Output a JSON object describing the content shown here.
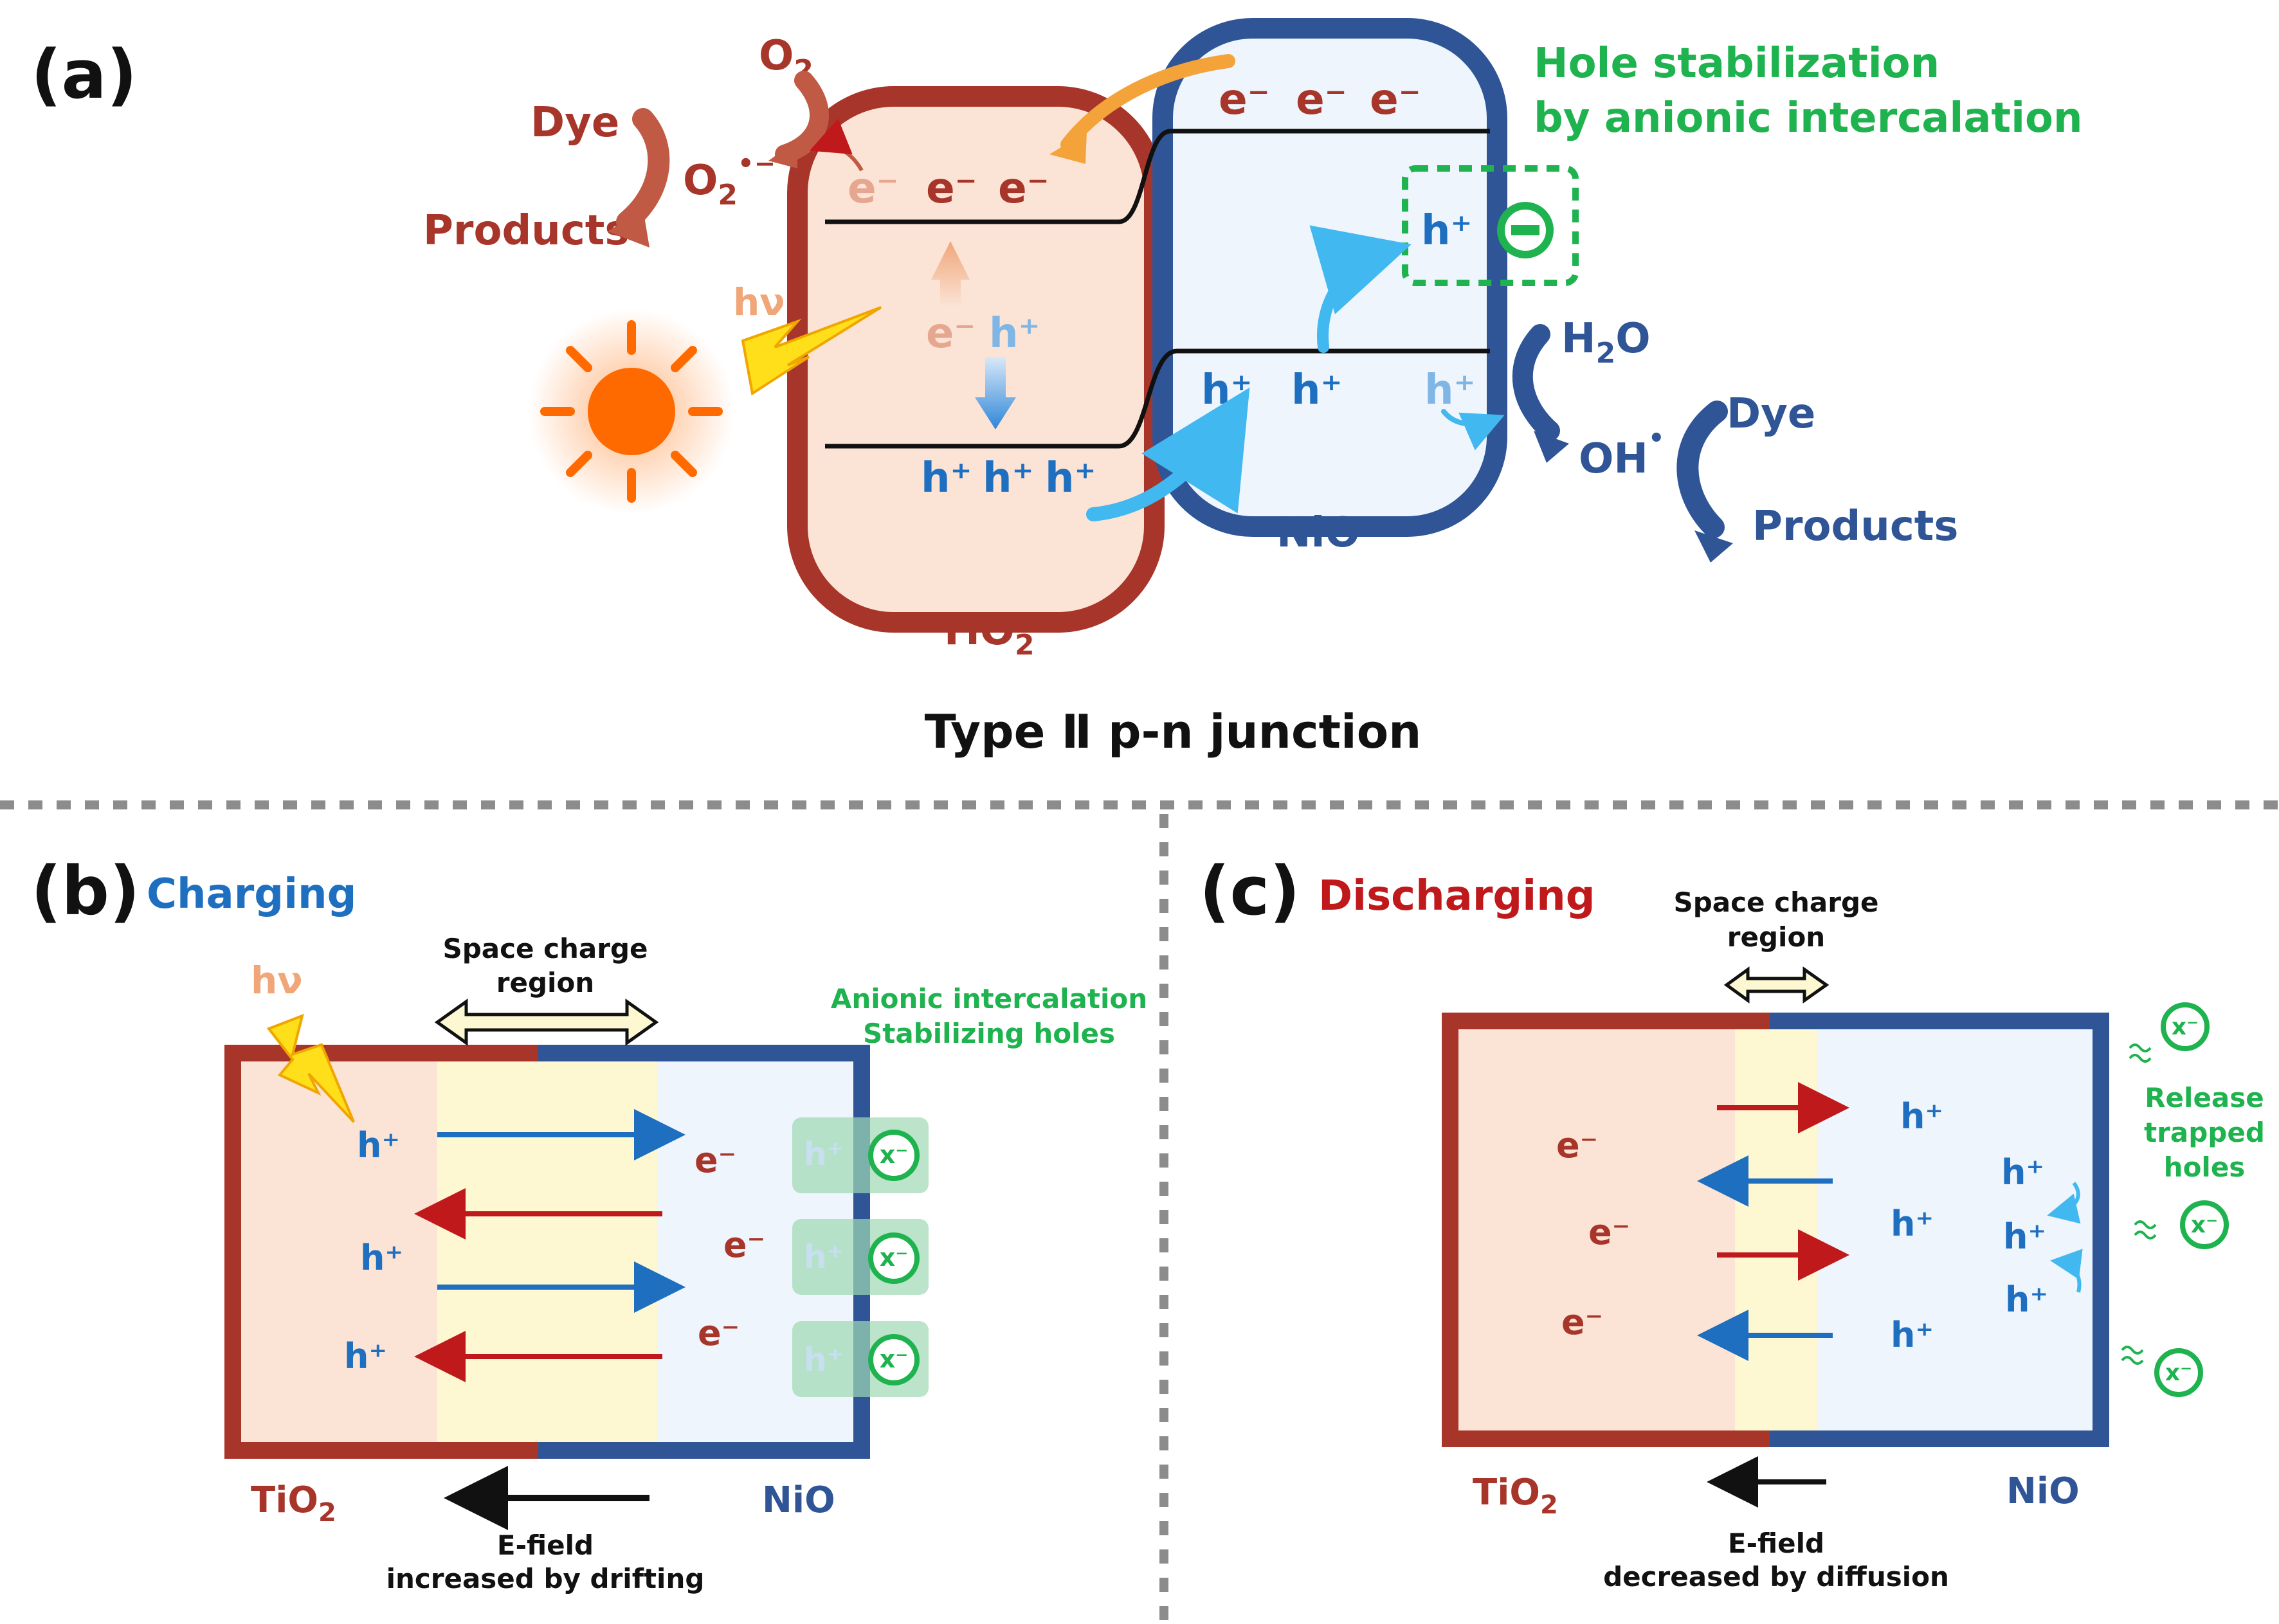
{
  "panel_a": {
    "label": "(a)",
    "o2": "O",
    "o2_sub": "2",
    "dye_left": "Dye",
    "o2_radical": "O",
    "o2_radical_sub": "2",
    "o2_radical_sup": "•−",
    "products_left": "Products",
    "hv": "hν",
    "electron": "e⁻",
    "hole": "h⁺",
    "tio2": "TiO",
    "tio2_sub": "2",
    "nio": "NiO",
    "hole_stab_line1": "Hole stabilization",
    "hole_stab_line2": "by anionic intercalation",
    "h2o": "H",
    "h2o_sub": "2",
    "h2o_end": "O",
    "oh_radical": "OH",
    "oh_sup": "•",
    "dye_right": "Dye",
    "products_right": "Products",
    "title": "Type Ⅱ  p-n junction"
  },
  "panel_b": {
    "label": "(b)",
    "title": "Charging",
    "hv": "hν",
    "space_charge_line1": "Space charge",
    "space_charge_line2": "region",
    "anionic_line1": "Anionic intercalation",
    "anionic_line2": "Stabilizing holes",
    "hole": "h⁺",
    "electron": "e⁻",
    "anion": "x⁻",
    "tio2": "TiO",
    "tio2_sub": "2",
    "nio": "NiO",
    "efield_line1": "E-field",
    "efield_line2": "increased by drifting"
  },
  "panel_c": {
    "label": "(c)",
    "title": "Discharging",
    "space_charge_line1": "Space charge",
    "space_charge_line2": "region",
    "release_line1": "Release",
    "release_line2": "trapped",
    "release_line3": "holes",
    "hole": "h⁺",
    "electron": "e⁻",
    "anion": "x⁻",
    "tio2": "TiO",
    "tio2_sub": "2",
    "nio": "NiO",
    "efield_line1": "E-field",
    "efield_line2": "decreased by diffusion"
  },
  "colors": {
    "tio2_border": "#a8352a",
    "tio2_fill": "#fbe4d6",
    "nio_border": "#2f5597",
    "nio_fill": "#eef5fc",
    "space_charge_fill": "#fdf8d2",
    "hole_blue": "#1f6fc0",
    "arrow_cyan": "#41b8ef",
    "green": "#1fb34f",
    "sun_orange": "#ff6a00",
    "divider_gray": "#8c8c8c"
  }
}
